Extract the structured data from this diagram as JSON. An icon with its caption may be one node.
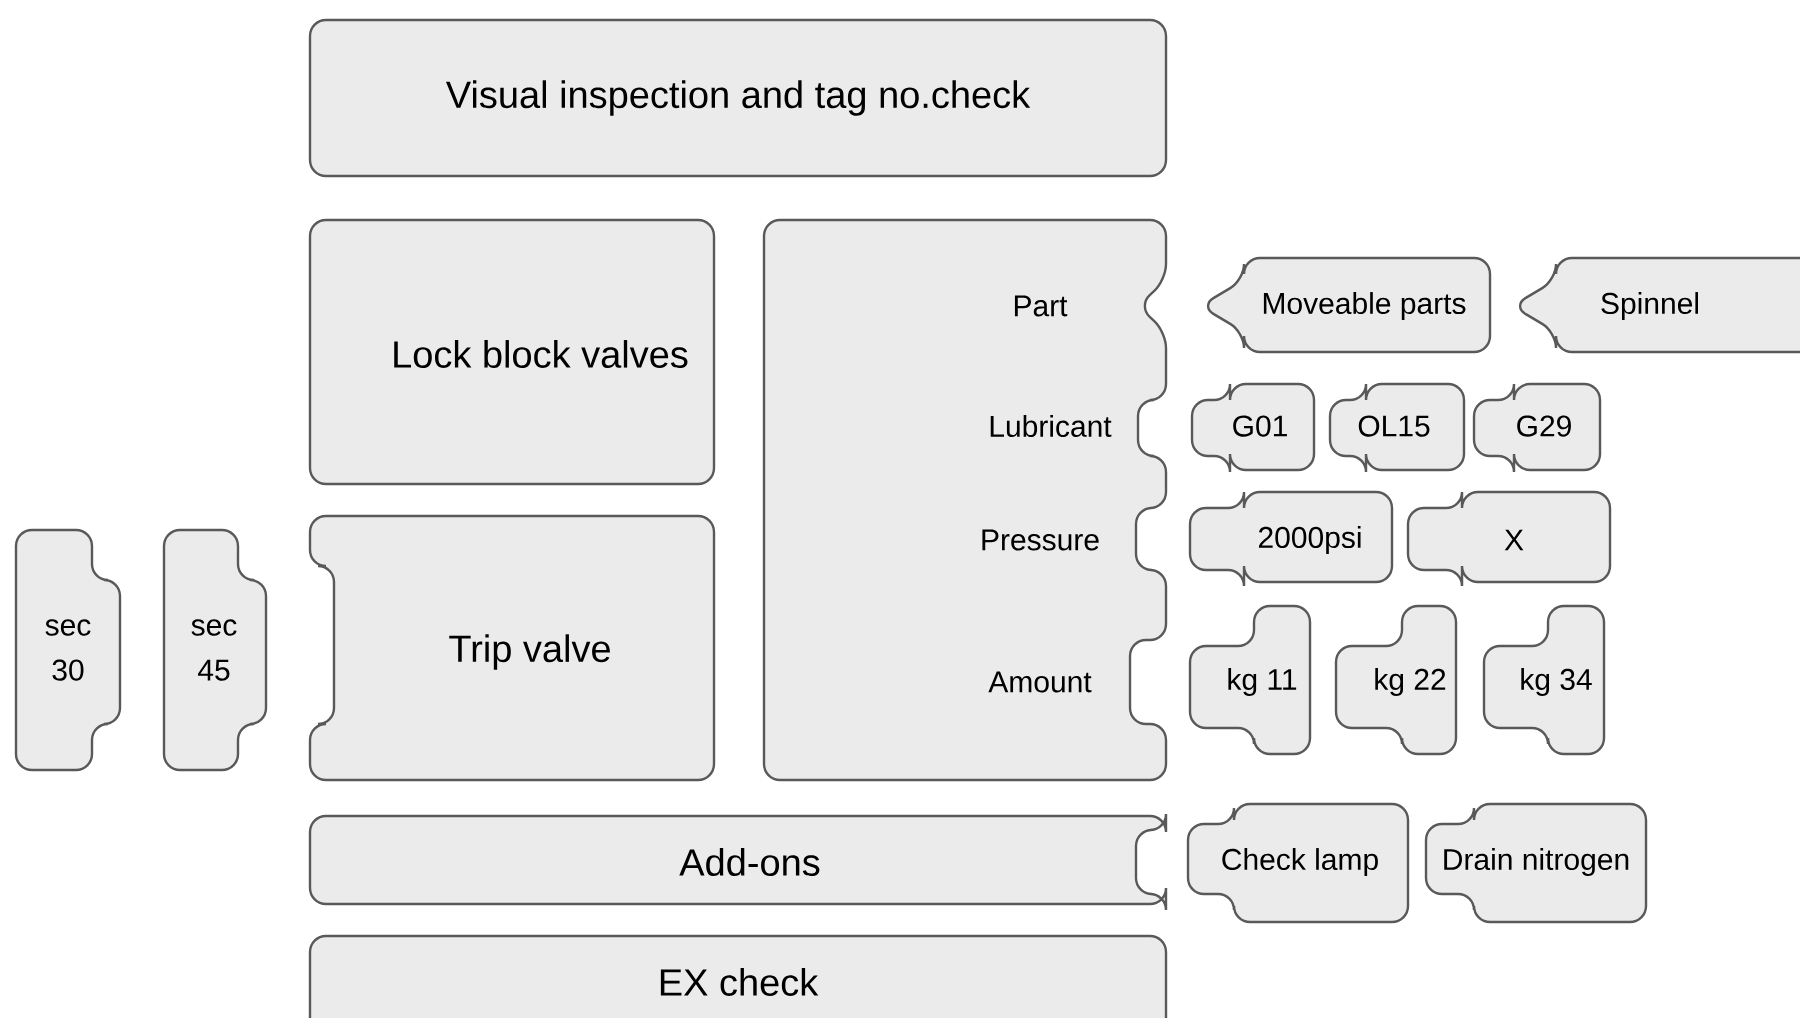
{
  "diagram": {
    "nodes": [
      {
        "text": [
          "Visual inspection and tag no.check"
        ]
      },
      {
        "text": [
          "Lock block valves"
        ]
      },
      {
        "text": [
          "Part",
          "Lubricant",
          "Pressure",
          "Amount"
        ]
      },
      {
        "text": [
          "Moveable parts"
        ]
      },
      {
        "text": [
          "Spinnel"
        ]
      },
      {
        "text": [
          "G01"
        ]
      },
      {
        "text": [
          "OL15"
        ]
      },
      {
        "text": [
          "G29"
        ]
      },
      {
        "text": [
          "2000psi"
        ]
      },
      {
        "text": [
          "X"
        ]
      },
      {
        "text": [
          "sec 30"
        ]
      },
      {
        "text": [
          "sec 45"
        ]
      },
      {
        "text": [
          "Trip valve"
        ]
      },
      {
        "text": [
          "kg 11"
        ]
      },
      {
        "text": [
          "kg 22"
        ]
      },
      {
        "text": [
          "kg 34"
        ]
      },
      {
        "text": [
          "Add-ons"
        ]
      },
      {
        "text": [
          "Check lamp"
        ]
      },
      {
        "text": [
          "Drain nitrogen"
        ]
      },
      {
        "text": [
          "EX check"
        ]
      }
    ]
  }
}
